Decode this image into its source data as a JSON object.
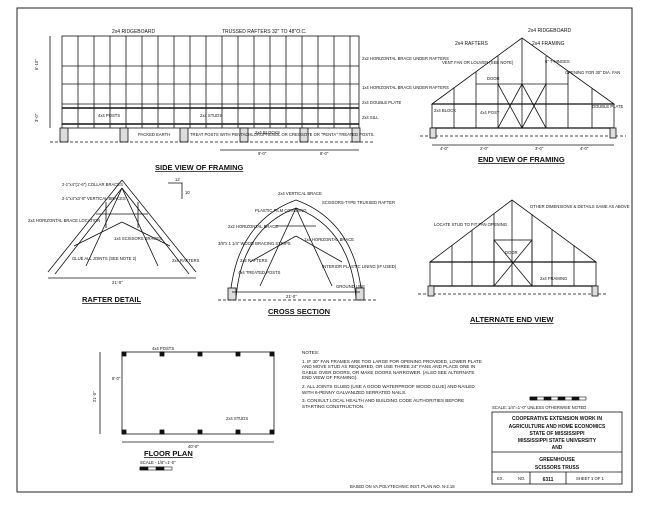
{
  "side_view": {
    "title": "SIDE VIEW OF FRAMING",
    "labels": {
      "ridgeboard": "2x4 RIDGEBOARD",
      "trussed_rafters": "TRUSSED RAFTERS 32\" TO 48\"O.C.",
      "horiz_brace_rafters": "2x2 HORIZONTAL BRACE UNDER RAFTERS",
      "horiz_brace_rafters_2": "1x4 HORIZONTAL BRACE UNDER RAFTERS",
      "double_plate": "2x4 DOUBLE PLATE",
      "sill": "2x4 SILL",
      "post": "4x4 POSTS",
      "studs": "2x4 STUDS",
      "packed_earth": "PACKED EARTH",
      "treat_posts": "TREAT POSTS WITH PENTACHLOROPHENOL OR CREOSOTE OR \"PENTA\" TREATED POSTS.",
      "blocks": "2x4 BLOCKS",
      "dim_1": "6'-10\"",
      "dim_2": "9'-0\"",
      "dim_3": "8'-0\"",
      "dim_4": "3'-0\""
    }
  },
  "end_view": {
    "title": "END VIEW OF FRAMING",
    "labels": {
      "rafters": "2x4 RAFTERS",
      "ridgeboard": "2x4 RIDGEBOARD",
      "framing": "2x4 FRAMING",
      "vent": "VENT FAN OR LOUVER (SEE NOTE)",
      "hinges": "6\" T-HINGES",
      "opening": "OPENING FOR 30\" DIA. FAN",
      "door": "DOOR",
      "block": "2x4 BLOCK",
      "post": "4x4 POST",
      "double_plate": "DOUBLE PLATE",
      "dim_1": "4'-0\"",
      "dim_2": "2'-0\"",
      "dim_3": "3'-0\"",
      "dim_4": "4'-0\""
    }
  },
  "rafter_detail": {
    "title": "RAFTER DETAIL",
    "labels": {
      "collar": "2-1\"x4\"(1'-6\") COLLAR BRACES",
      "vertical": "2-1\"x4\"x3'-8\" VERTICAL BRACES",
      "horizontal": "2x4 HORIZONTAL BRACE LOCATION",
      "scissors": "1x4 SCISSORS BRACES",
      "glue": "GLUE ALL JOINTS (SEE NOTE 2)",
      "rafters": "2x4 RAFTERS",
      "pitch_rise": "12",
      "pitch_run": "10",
      "dim": "21'-0\""
    }
  },
  "cross_section": {
    "title": "CROSS SECTION",
    "labels": {
      "vertical_brace": "2x4 VERTICAL BRACE",
      "scissors": "SCISSORS-TYPE TRUSSED RAFTER",
      "plastic": "PLASTIC FILM COVERING",
      "horizontal": "2x2 HORIZONTAL BRACE",
      "wood_strips": "3/8\"x 1 1/4\" WOOD BRACING STRIPS",
      "horizontal_2": "1x4 HORIZONTAL BRACE",
      "rafters": "2x4 RAFTERS",
      "treated_posts": "4x4 TREATED POSTS",
      "interior": "INTERIOR PLASTIC LINING (IF USED)",
      "ground": "GROUND LINE",
      "dim": "21'-0\""
    }
  },
  "alternate_end": {
    "title": "ALTERNATE END VIEW",
    "labels": {
      "locate": "LOCATE STUD TO FIT FAN OPENING",
      "other": "OTHER DIMENSIONS & DETAILS SAME AS ABOVE",
      "door": "DOOR",
      "framing": "2x4 FRAMING"
    }
  },
  "floor_plan": {
    "title": "FLOOR PLAN",
    "scale": "SCALE - 1/8\"=1'-0\"",
    "labels": {
      "posts": "4x4 POSTS",
      "studs": "2x4 STUDS",
      "dim_1": "8'-0\"",
      "dim_2": "40'-0\"",
      "dim_3": "21'-0\""
    }
  },
  "notes": {
    "heading": "NOTES:",
    "items": [
      "1. IF 30\" FAN FRAMES ARE TOO LARGE FOR OPENING PROVIDED, LOWER PLATE AND MOVE STUD AS REQUIRED, OR USE THREE 24\" FANS AND PLACE ONE IN GABLE OVER DOORS, OR MAKE DOORS NARROWER. (ALSO SEE ALTERNATE END VIEW OF FRAMING).",
      "2. ALL JOINTS GLUED (USE A GOOD WATERPROOF WOOD GLUE) AND NAILED WITH 6-PENNY GALVANIZED SERRATED NAILS.",
      "3. CONSULT LOCAL HEALTH AND BUILDING CODE AUTHORITIES BEFORE STARTING CONSTRUCTION."
    ]
  },
  "scale_bar": {
    "label": "SCALE: 1/4\"=1'-0\" UNLESS OTHERWISE NOTED"
  },
  "title_block": {
    "line_1": "COOPERATIVE EXTENSION WORK IN",
    "line_2": "AGRICULTURE AND HOME ECONOMICS",
    "line_3": "STATE OF MISSISSIPPI",
    "line_4": "MISSISSIPPI STATE UNIVERSITY",
    "line_5": "AND",
    "name_1": "GREENHOUSE",
    "name_2": "SCISSORS TRUSS",
    "ex": "EX.",
    "no": "NO.",
    "plan_number": "6311",
    "sheet": "SHEET 1 OF 1"
  },
  "footer": {
    "based_on": "BASED ON VA.POLYTECHNIC INST. PLAN NO. N-2.18"
  }
}
